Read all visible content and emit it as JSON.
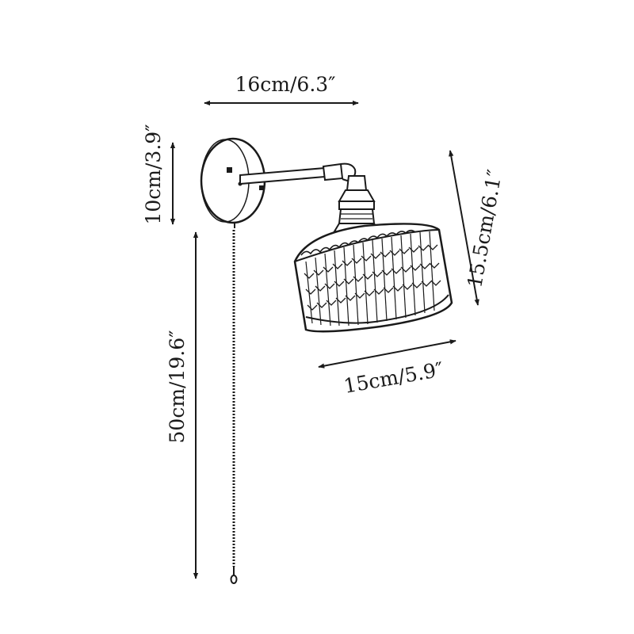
{
  "dimensions": {
    "arm_width": "16cm/6.3″",
    "backplate_height": "10cm/3.9″",
    "chain_length": "50cm/19.6″",
    "shade_height": "15.5cm/6.1″",
    "shade_width": "15cm/5.9″"
  },
  "colors": {
    "line": "#1a1a1a",
    "background": "#ffffff"
  }
}
